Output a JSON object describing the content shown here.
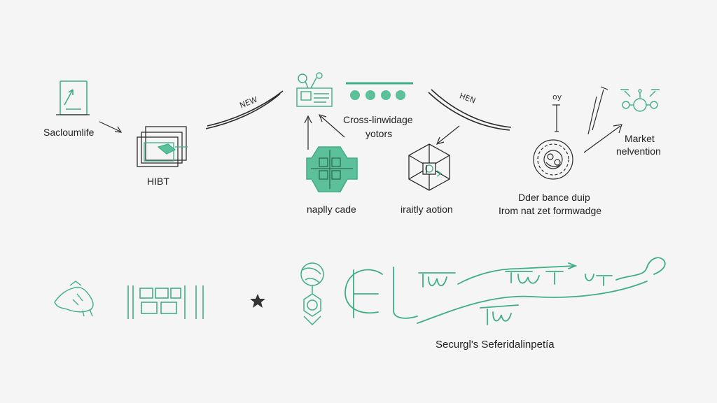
{
  "colors": {
    "accent": "#3fae85",
    "accent_fill": "#5cc19a",
    "ink": "#2b2b2b",
    "background": "#f4f5f4"
  },
  "labels": {
    "sacloumlife": "Sacloumlife",
    "hibt": "HIBT",
    "new_left": "NEW",
    "new_right": "HEN",
    "cross_line1": "Cross-linwidage",
    "cross_line2": "yotors",
    "naplly_cade": "naplly cade",
    "iraitly_aotion": "iraitly aotion",
    "dder_line1": "Dder bance duip",
    "dder_line2": "Irom nat zet formwadge",
    "market_line1": "Market",
    "market_line2": "nelvention",
    "oy": "oy",
    "footer": "Securgl's Seferidalinpetía"
  },
  "icons": [
    "document-arrow-icon",
    "monitor-stack-icon",
    "network-node-icon",
    "hub-cross-icon",
    "hexagon-cube-icon",
    "gear-circle-icon",
    "drone-icon",
    "sketch-animal-icon",
    "barcode-icon",
    "star-icon",
    "globe-stack-icon",
    "scribble-text-icon"
  ]
}
